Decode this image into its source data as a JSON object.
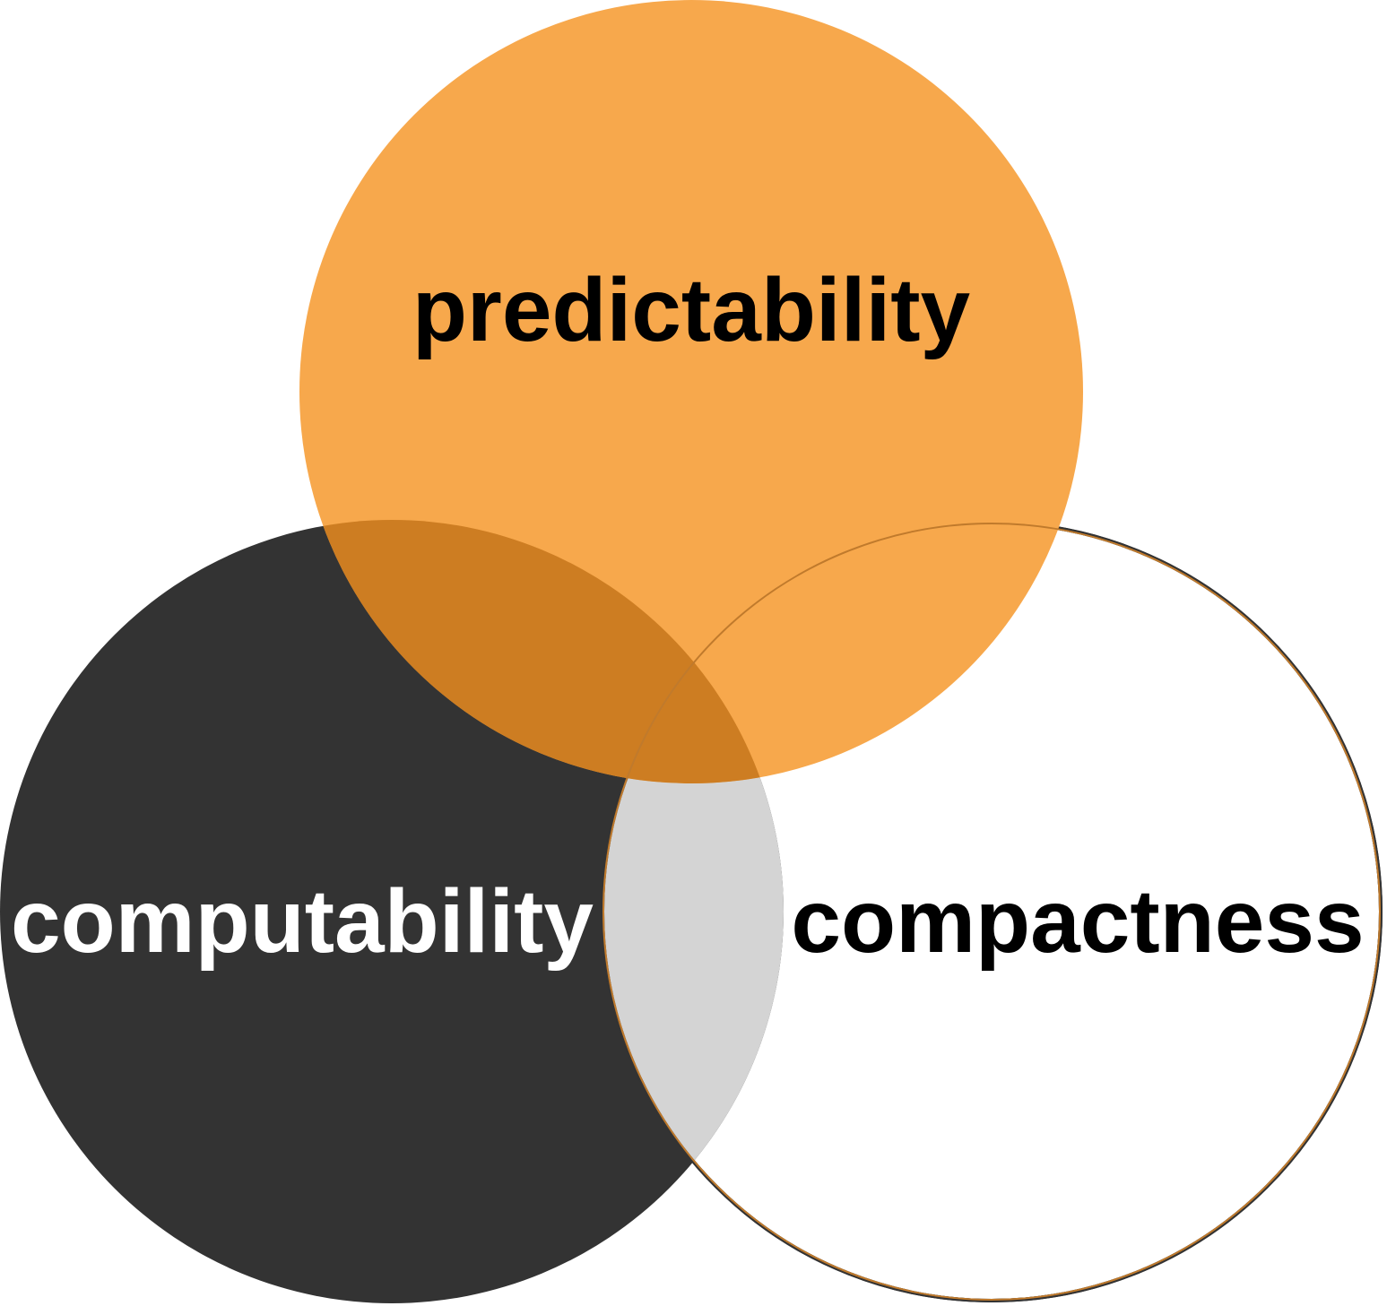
{
  "diagram": {
    "type": "venn",
    "sets": [
      {
        "id": "predictability",
        "label": "predictability",
        "fill": "#f7a84c",
        "text_color": "#000000"
      },
      {
        "id": "computability",
        "label": "computability",
        "fill": "#333333",
        "text_color": "#ffffff"
      },
      {
        "id": "compactness",
        "label": "compactness",
        "fill": "#ffffff",
        "stroke": "#333333",
        "text_color": "#000000"
      }
    ],
    "overlap_colors": {
      "predictability_computability": "#cd7d22",
      "computability_compactness": "#d4d4d4"
    }
  }
}
